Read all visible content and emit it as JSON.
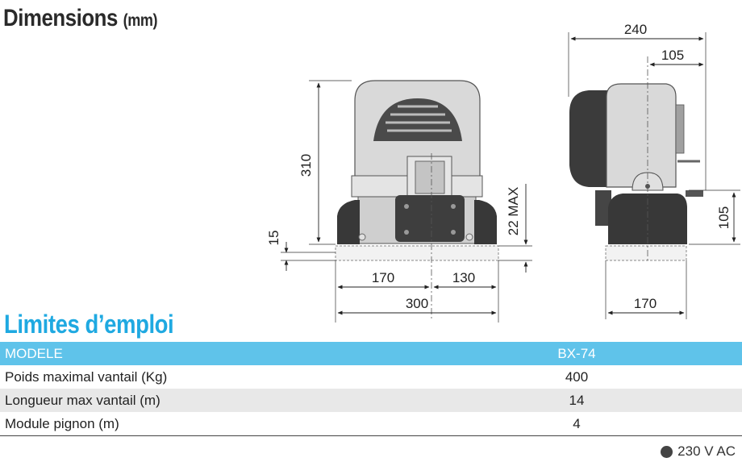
{
  "dimensions": {
    "title": "Dimensions",
    "unit": "(mm)",
    "front": {
      "height": "310",
      "base": "15",
      "clearance": "22 MAX",
      "left_width": "170",
      "right_width": "130",
      "total_width": "300"
    },
    "side": {
      "total_depth": "240",
      "center_depth": "105",
      "base_height": "105",
      "base_depth": "170"
    }
  },
  "limits": {
    "title": "Limites d’emploi",
    "header": {
      "label": "MODELE",
      "model": "BX-74"
    },
    "rows": [
      {
        "label": "Poids maximal vantail (Kg)",
        "value": "400"
      },
      {
        "label": "Longueur max vantail (m)",
        "value": "14"
      },
      {
        "label": "Module pignon (m)",
        "value": "4"
      }
    ]
  },
  "power": {
    "label": "230 V AC"
  },
  "colors": {
    "accent": "#1fa9e1",
    "header_bg": "#5fc3ea",
    "body_dark": "#3a3a3a",
    "cover": "#d8d8d8"
  }
}
